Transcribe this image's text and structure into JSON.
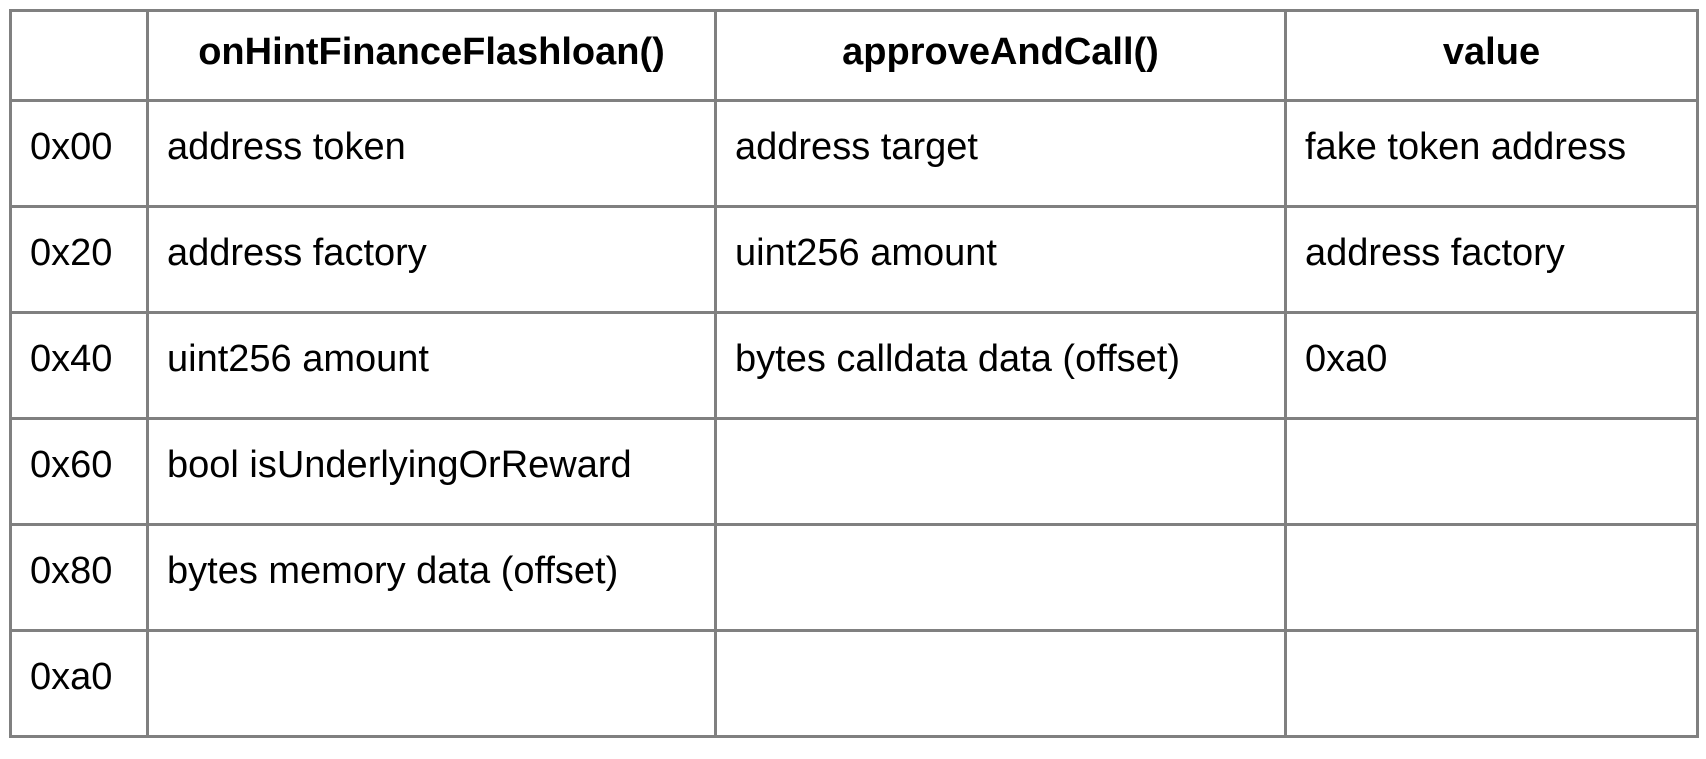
{
  "table": {
    "description": "Calldata layout comparison table",
    "columns": [
      "",
      "onHintFinanceFlashloan()",
      "approveAndCall()",
      "value"
    ],
    "rows": [
      [
        "0x00",
        "address token",
        "address target",
        "fake token address"
      ],
      [
        "0x20",
        "address factory",
        "uint256 amount",
        "address factory"
      ],
      [
        "0x40",
        "uint256 amount",
        "bytes calldata data (offset)",
        "0xa0"
      ],
      [
        "0x60",
        "bool isUnderlyingOrReward",
        "",
        ""
      ],
      [
        "0x80",
        "bytes memory data (offset)",
        "",
        ""
      ],
      [
        "0xa0",
        "",
        "",
        ""
      ]
    ],
    "colors": {
      "border": "#808080",
      "text": "#000000",
      "background": "#ffffff"
    }
  }
}
